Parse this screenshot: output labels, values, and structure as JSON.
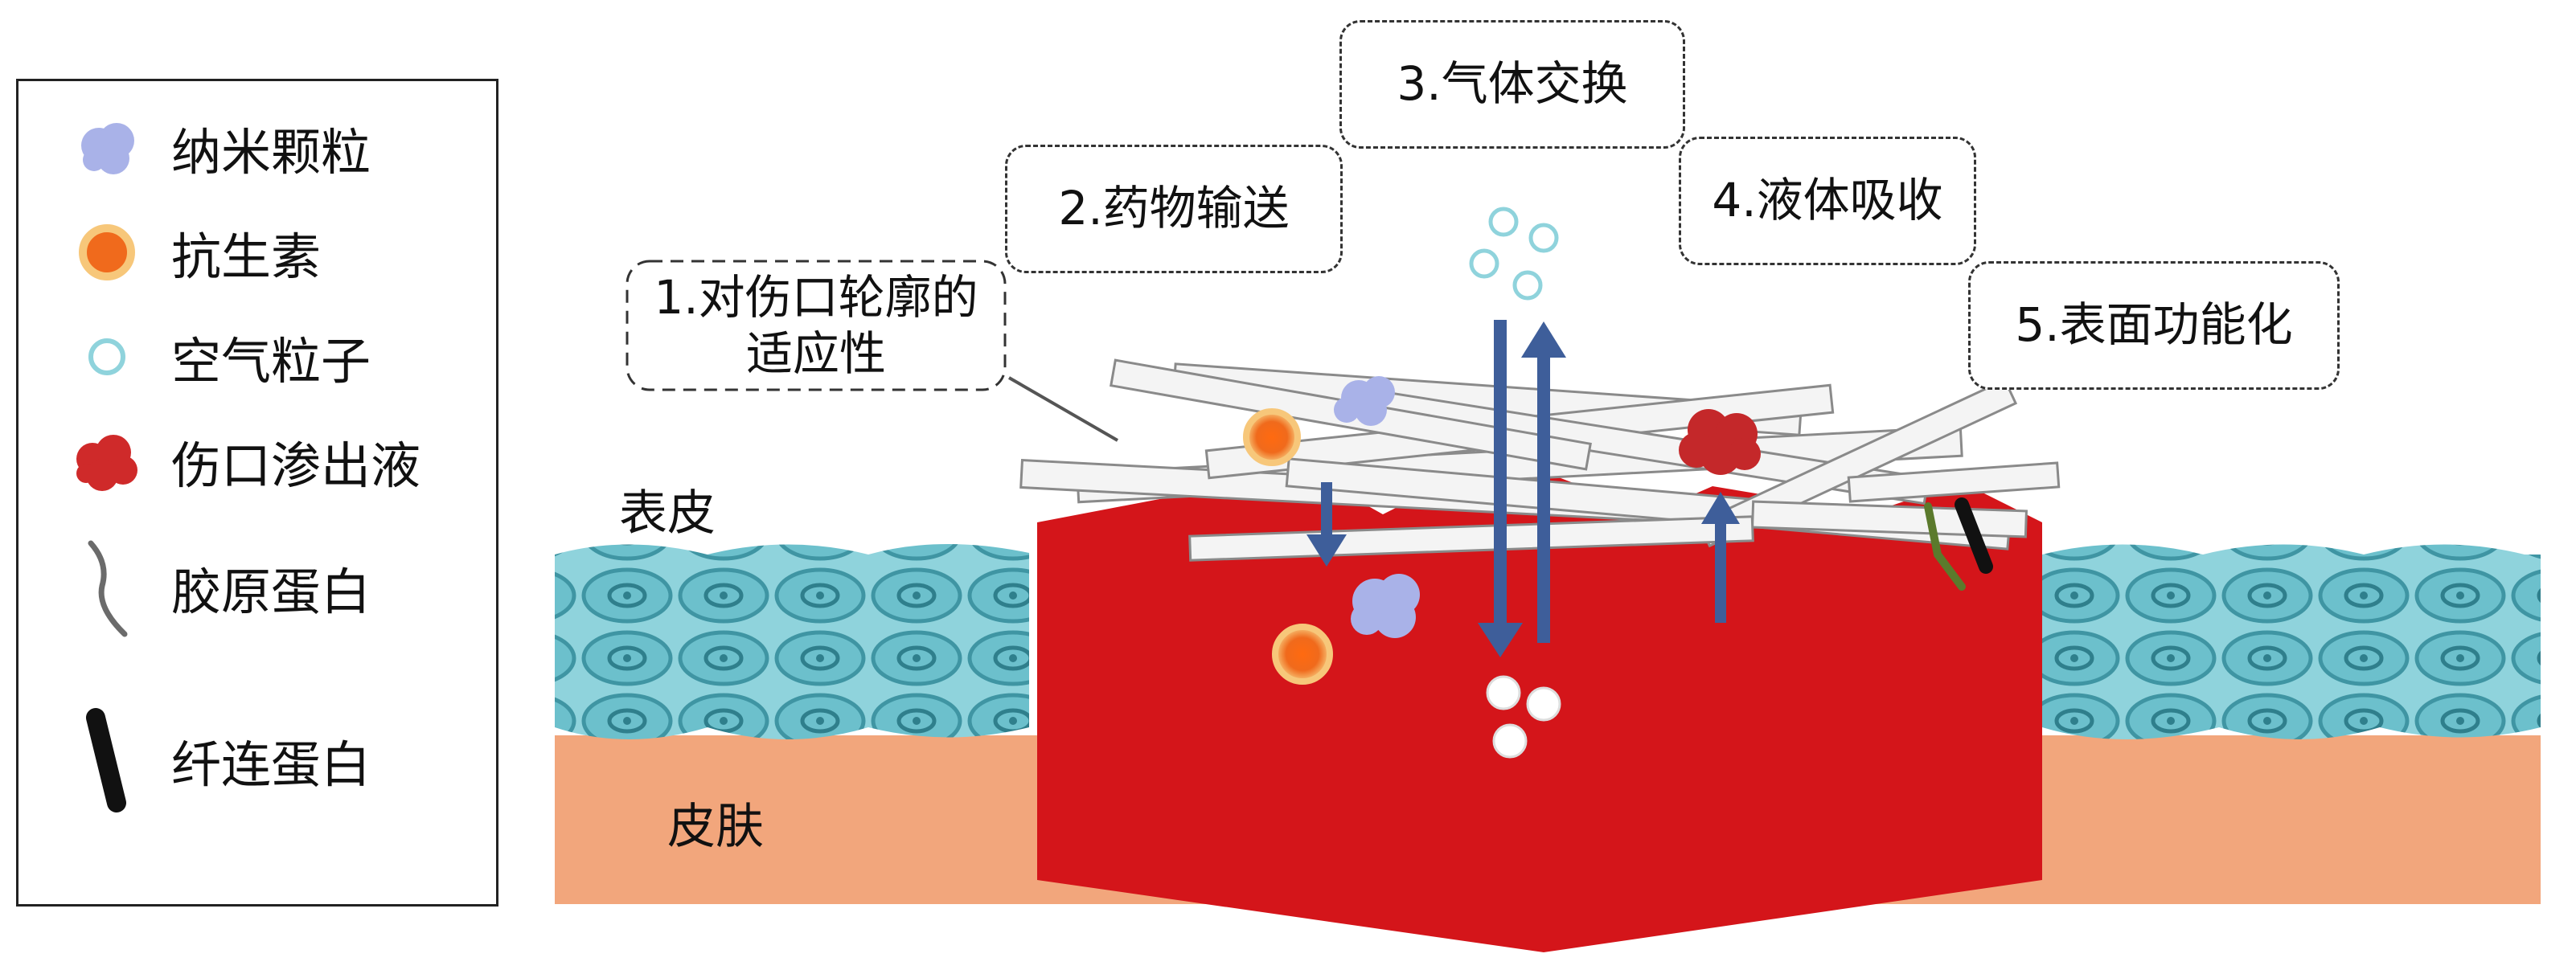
{
  "legend": {
    "items": [
      {
        "icon": "nanoparticle-icon",
        "label": "纳米颗粒"
      },
      {
        "icon": "antibiotic-icon",
        "label": "抗生素"
      },
      {
        "icon": "air-particle-icon",
        "label": "空气粒子"
      },
      {
        "icon": "wound-exudate-icon",
        "label": "伤口渗出液"
      },
      {
        "icon": "collagen-icon",
        "label": "胶原蛋白"
      },
      {
        "icon": "fibronectin-icon",
        "label": "纤连蛋白"
      }
    ]
  },
  "callouts": {
    "c1_line1": "1.对伤口轮廓的",
    "c1_line2": "适应性",
    "c2": "2.药物输送",
    "c3": "3.气体交换",
    "c4": "4.液体吸收",
    "c5": "5.表面功能化"
  },
  "regions": {
    "epidermis": "表皮",
    "skin": "皮肤"
  },
  "colors": {
    "wound": "#d4151a",
    "skin": "#f2a67c",
    "epidermis": "#8fd3dc",
    "epidermis_dark": "#3f95a3",
    "fiber": "#f4f4f4",
    "arrow": "#3e5e9a",
    "nanoparticle": "#a9b2e8",
    "antibiotic": "#f06a1c",
    "exudate": "#cf2a2a"
  }
}
